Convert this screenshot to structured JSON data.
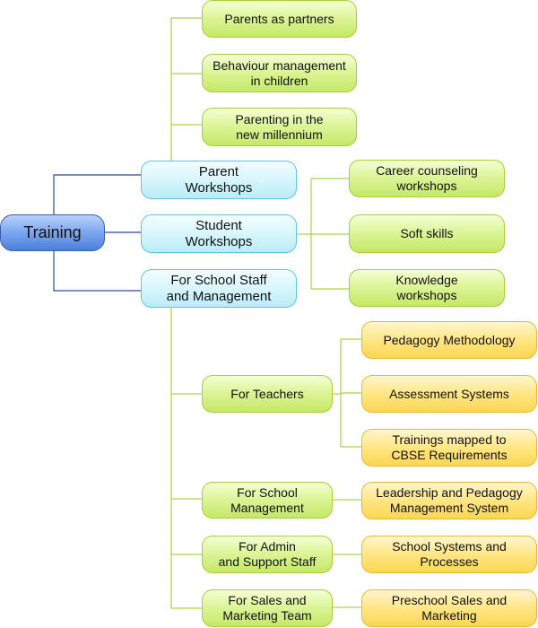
{
  "root": "Training",
  "categories": {
    "parent": "Parent\nWorkshops",
    "student": "Student\nWorkshops",
    "staff": "For School Staff\nand Management"
  },
  "parent_items": [
    "Parents as partners",
    "Behaviour management\nin children",
    "Parenting in the\nnew millennium"
  ],
  "student_items": [
    "Career counseling\nworkshops",
    "Soft skills",
    "Knowledge\nworkshops"
  ],
  "staff_groups": [
    "For Teachers",
    "For School\nManagement",
    "For Admin\nand Support Staff",
    "For Sales and\nMarketing Team"
  ],
  "teacher_items": [
    "Pedagogy Methodology",
    "Assessment Systems",
    "Trainings mapped to\nCBSE Requirements"
  ],
  "management_item": "Leadership and Pedagogy\nManagement System",
  "admin_item": "School Systems and\nProcesses",
  "sales_item": "Preschool Sales and\nMarketing",
  "colors": {
    "root": "#5b8ee6",
    "category": "#c9f1fa",
    "leaf": "#d6f28a",
    "detail": "#ffe27a",
    "connector_blue": "#2f4a9a",
    "connector_green": "#a9d24a"
  }
}
